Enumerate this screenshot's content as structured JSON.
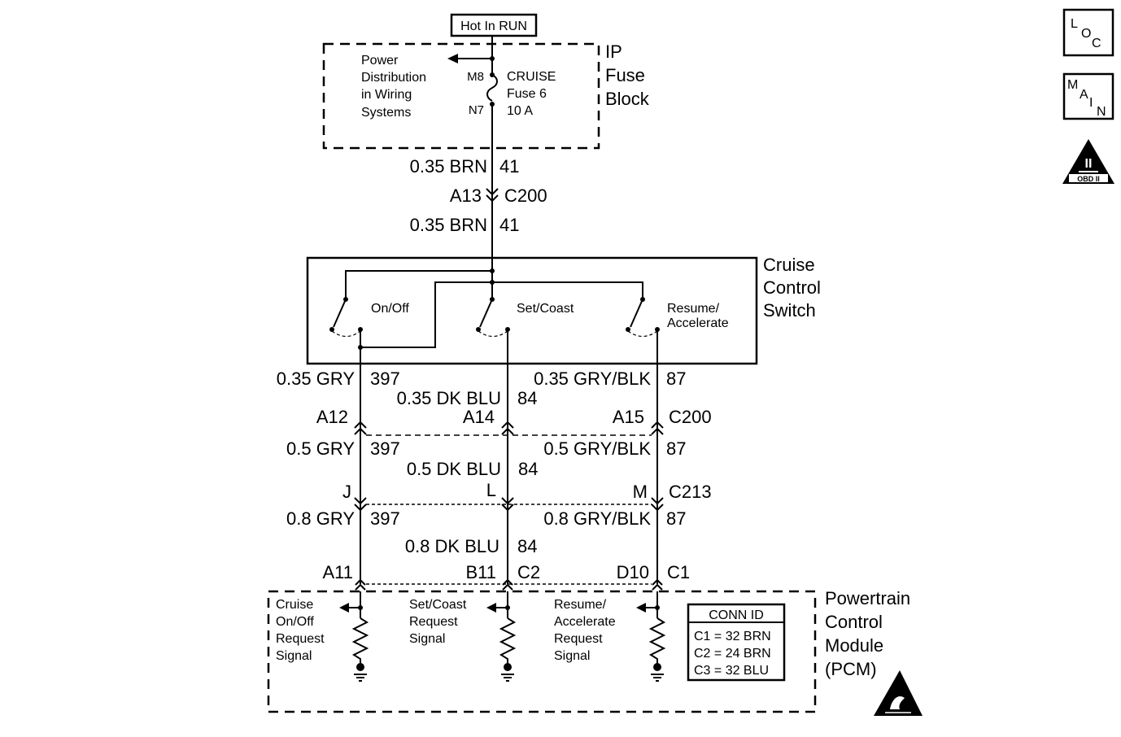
{
  "source": {
    "label": "Hot In RUN"
  },
  "ip_fuse_block": {
    "name_lines": [
      "IP",
      "Fuse",
      "Block"
    ],
    "pdws_lines": [
      "Power",
      "Distribution",
      "in Wiring",
      "Systems"
    ],
    "pin_top": "M8",
    "pin_bottom": "N7",
    "fuse_lines": [
      "CRUISE",
      "Fuse 6",
      "10 A"
    ]
  },
  "upper_wire": {
    "gauge_color_1": "0.35 BRN",
    "circuit_1": "41",
    "conn_pin": "A13",
    "conn_name": "C200",
    "gauge_color_2": "0.35 BRN",
    "circuit_2": "41"
  },
  "cruise_switch": {
    "name_lines": [
      "Cruise",
      "Control",
      "Switch"
    ],
    "onoff": "On/Off",
    "setcoast": "Set/Coast",
    "resume_lines": [
      "Resume/",
      "Accelerate"
    ]
  },
  "wires": {
    "seg1": {
      "gry": "0.35 GRY",
      "gry_ckt": "397",
      "blu": "0.35 DK BLU",
      "blu_ckt": "84",
      "gryblk": "0.35 GRY/BLK",
      "gryblk_ckt": "87"
    },
    "c200": {
      "pin_gry": "A12",
      "pin_blu": "A14",
      "pin_gryblk": "A15",
      "name": "C200"
    },
    "seg2": {
      "gry": "0.5 GRY",
      "gry_ckt": "397",
      "blu": "0.5 DK BLU",
      "blu_ckt": "84",
      "gryblk": "0.5 GRY/BLK",
      "gryblk_ckt": "87"
    },
    "c213": {
      "pin_gry": "J",
      "pin_blu": "L",
      "pin_gryblk": "M",
      "name": "C213"
    },
    "seg3": {
      "gry": "0.8 GRY",
      "gry_ckt": "397",
      "blu": "0.8 DK BLU",
      "blu_ckt": "84",
      "gryblk": "0.8 GRY/BLK",
      "gryblk_ckt": "87"
    },
    "pcm_pins": {
      "gry": "A11",
      "blu": "B11",
      "blu_conn": "C2",
      "gryblk": "D10",
      "gryblk_conn": "C1"
    }
  },
  "pcm": {
    "name_lines": [
      "Powertrain",
      "Control",
      "Module",
      "(PCM)"
    ],
    "signal1_lines": [
      "Cruise",
      "On/Off",
      "Request",
      "Signal"
    ],
    "signal2_lines": [
      "Set/Coast",
      "Request",
      "Signal"
    ],
    "signal3_lines": [
      "Resume/",
      "Accelerate",
      "Request",
      "Signal"
    ],
    "conn_id": {
      "title": "CONN ID",
      "rows": [
        "C1 = 32 BRN",
        "C2 = 24 BRN",
        "C3 = 32 BLU"
      ]
    }
  },
  "icons": {
    "loc": [
      "L",
      "O",
      "C"
    ],
    "main": [
      "M",
      "A",
      "I",
      "N"
    ],
    "obd_numeral": "II",
    "obd_label": "OBD II"
  }
}
